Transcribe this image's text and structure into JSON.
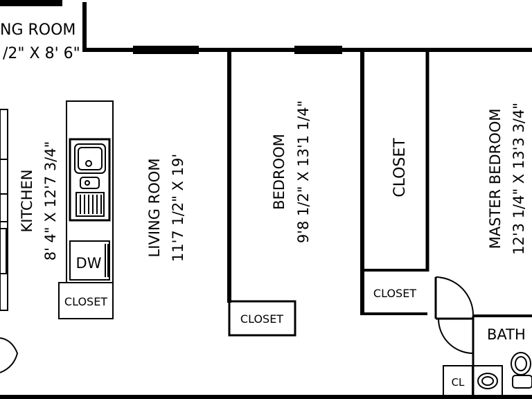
{
  "rooms": {
    "dining_name": "NG ROOM",
    "dining_dims": "/2\" X 8' 6\"",
    "kitchen_name": "KITCHEN",
    "kitchen_dims": "8' 4\" X 12'7 3/4\"",
    "living_name": "LIVING ROOM",
    "living_dims": "11'7 1/2\" X 19'",
    "bedroom_name": "BEDROOM",
    "bedroom_dims": "9'8 1/2\" X 13'1 1/4\"",
    "closet_name": "CLOSET",
    "master_name": "MASTER BEDROOM",
    "master_dims": "12'3 1/4\" X 13'3 3/4\""
  },
  "labels": {
    "kitchen_closet": "CLOSET",
    "bedroom_closet": "CLOSET",
    "hall_closet": "CLOSET",
    "dishwasher": "DW",
    "bath": "BATH",
    "linen_closet": "CL"
  }
}
